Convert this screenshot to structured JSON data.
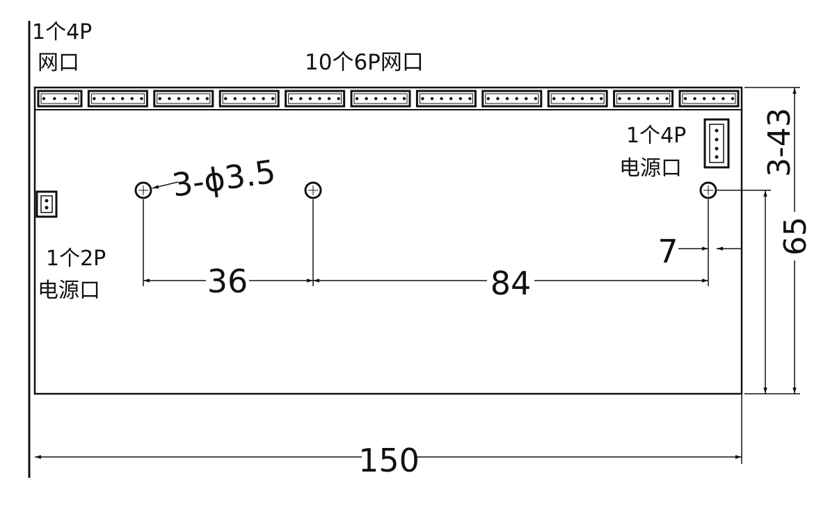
{
  "labels": {
    "port_4p_network_line1": "1个4P",
    "port_4p_network_line2": "网口",
    "port_6p_network": "10个6P网口",
    "power_4p_line1": "1个4P",
    "power_4p_line2": "电源口",
    "power_2p_line1": "1个2P",
    "power_2p_line2": "电源口",
    "hole_callout": "3-ϕ3.5"
  },
  "dimensions": {
    "hole_spacing_left": "36",
    "hole_spacing_right": "84",
    "edge_offset": "7",
    "hole_height": "43",
    "hole_height_prefix": "3-",
    "board_height": "65",
    "board_width": "150"
  },
  "counts": {
    "network_6p_connectors": 10,
    "network_4p_connectors": 1,
    "mounting_holes": 3
  }
}
